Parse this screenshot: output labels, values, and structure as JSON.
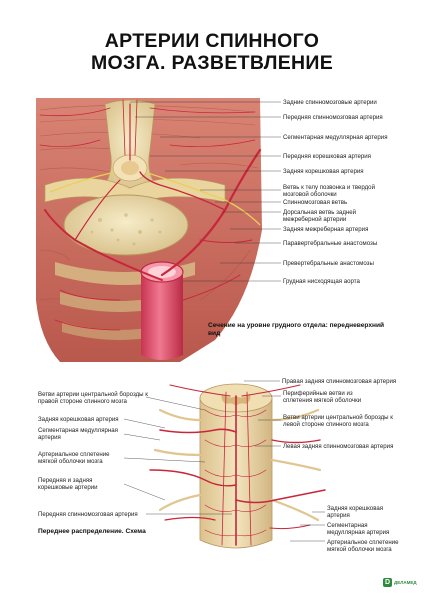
{
  "title": {
    "line1": "АРТЕРИИ СПИННОГО",
    "line2": "МОЗГА. РАЗВЕТВЛЕНИЕ"
  },
  "top_labels": [
    "Задние спинномозговые артерии",
    "Передняя спинномозговая артерия",
    "Сегментарная медуллярная артерия",
    "Передняя корешковая артерия",
    "Задняя корешковая артерия",
    "Ветвь к телу позвонка и твердой мозговой оболочки",
    "Спинномозговая ветвь",
    "Дорсальная ветвь задней межреберной артерии",
    "Задняя межреберная артерия",
    "Паравертебральные анастомозы",
    "Превертебральные анастомозы",
    "Грудная нисходящая аорта"
  ],
  "top_caption": "Сечение на уровне грудного отдела: передневерхний вид",
  "bottom_left_labels": [
    "Ветви артерии центральной борозды к правой стороне спинного мозга",
    "Задняя корешковая артерия",
    "Сегментарная медуллярная артерия",
    "Артериальное сплетение мягкой оболочки мозга",
    "Передняя и задняя корешковые артерии",
    "Передняя спинномозговая артерия"
  ],
  "bottom_right_labels": [
    "Правая задняя спинномозговая артерия",
    "Периферийные ветви из сплетения мягкой оболочки",
    "Ветви артерии центральной борозды к левой стороне спинного мозга",
    "Левая задняя спинномозговая артерия",
    "Задняя корешковая артерия",
    "Сегментарная медуллярная артерия",
    "Артериальное сплетение мягкой оболочки мозга"
  ],
  "bottom_caption": "Переднее распределение. Схема",
  "logo": {
    "mark": "D",
    "text": "ДЕЛАМЕД"
  },
  "colors": {
    "muscle": "#c9685a",
    "bone": "#efe0b4",
    "artery": "#c8263a",
    "aorta": "#e8506a",
    "cord": "#e9d6a8"
  }
}
